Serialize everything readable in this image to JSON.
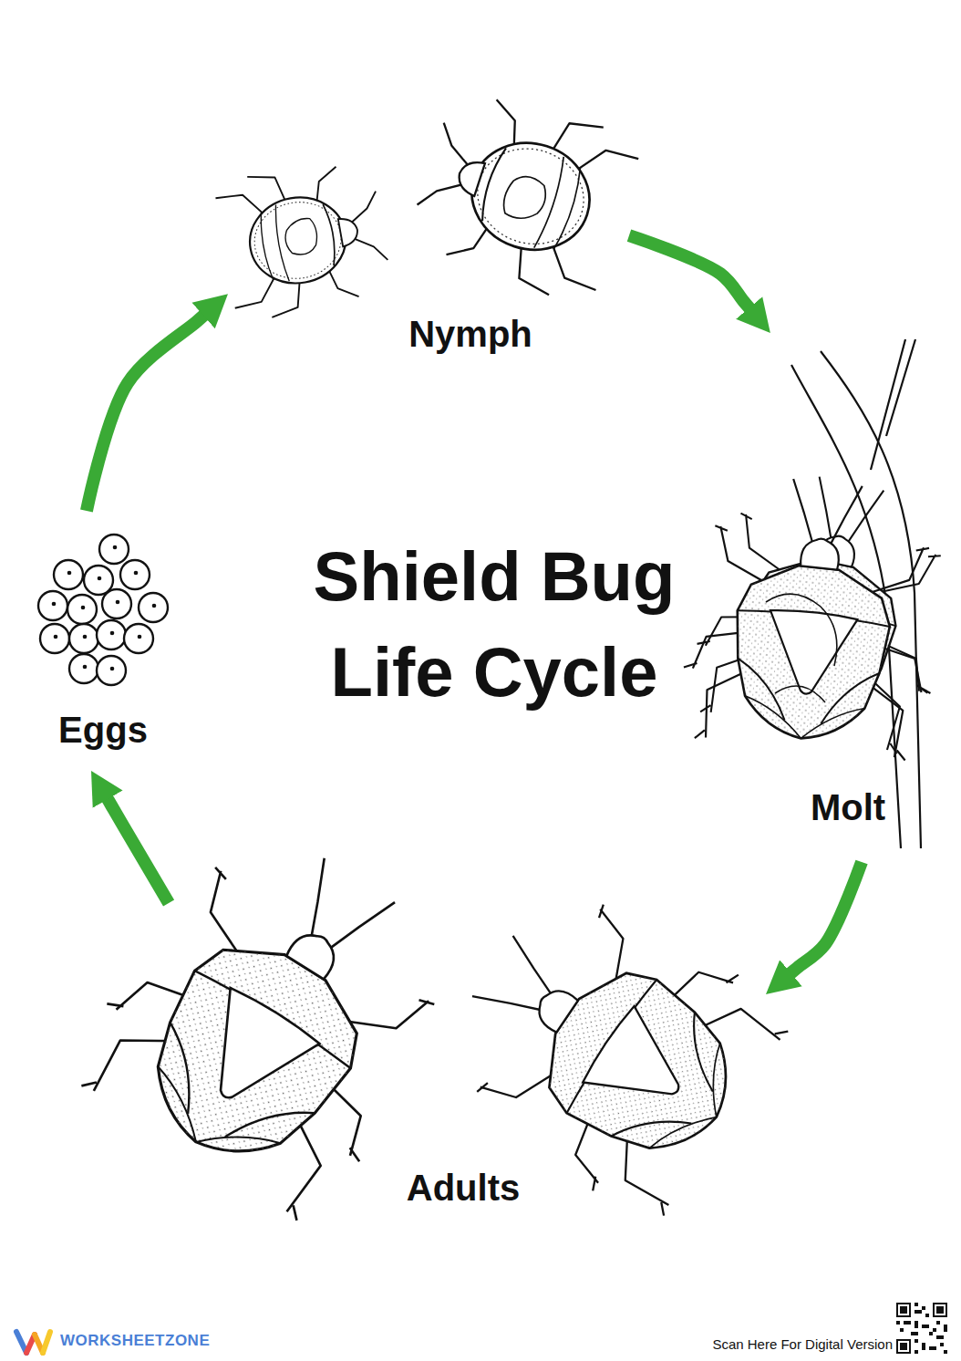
{
  "diagram": {
    "title": "Shield Bug Life Cycle",
    "nodes": [
      {
        "text": [
          "Eggs"
        ]
      },
      {
        "text": [
          "Nymph"
        ]
      },
      {
        "text": [
          "Molt"
        ]
      },
      {
        "text": [
          "Adults"
        ]
      }
    ],
    "edges": [
      {
        "from": 0,
        "to": 1,
        "arrow": "to"
      },
      {
        "from": 1,
        "to": 2,
        "arrow": "to"
      },
      {
        "from": 2,
        "to": 3,
        "arrow": "to"
      },
      {
        "from": 3,
        "to": 0,
        "arrow": "to"
      }
    ],
    "labels": [
      "WORKSHEETZONE",
      "Scan Here For Digital Version"
    ]
  }
}
